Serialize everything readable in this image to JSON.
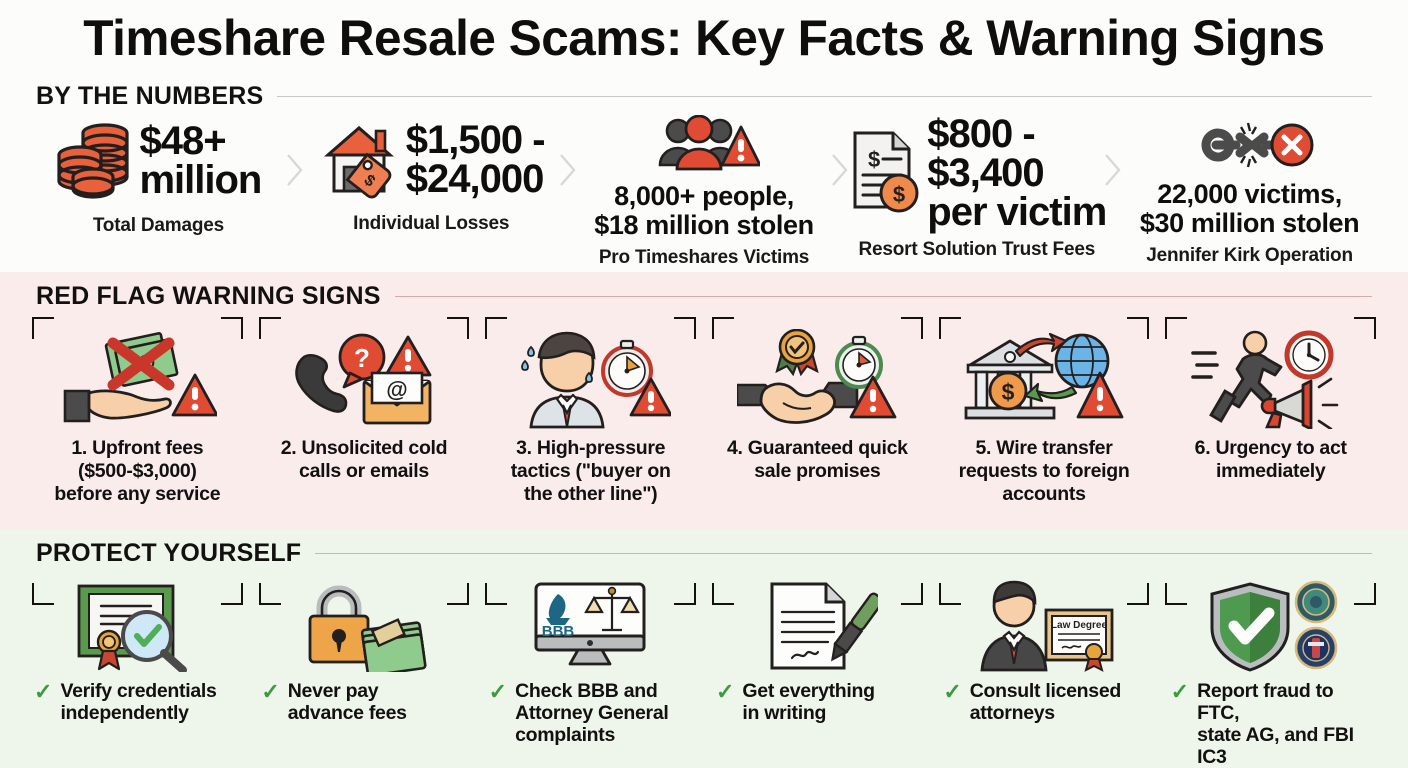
{
  "title": "Timeshare Resale Scams: Key Facts & Warning Signs",
  "sections": {
    "numbers": {
      "heading": "BY THE NUMBERS",
      "stats": [
        {
          "icon": "coin-stack-icon",
          "value": "$48+\nmillion",
          "caption": "Total Damages",
          "layout": "side"
        },
        {
          "icon": "house-price-tag-icon",
          "value": "$1,500 -\n$24,000",
          "caption": "Individual Losses",
          "layout": "side"
        },
        {
          "icon": "people-warning-icon",
          "value": "8,000+ people,\n$18 million stolen",
          "caption": "Pro Timeshares Victims",
          "layout": "stacked"
        },
        {
          "icon": "invoice-dollar-icon",
          "value": "$800 -\n$3,400\nper victim",
          "caption": "Resort Solution Trust Fees",
          "layout": "side"
        },
        {
          "icon": "broken-chain-x-icon",
          "value": "22,000 victims,\n$30 million stolen",
          "caption": "Jennifer Kirk Operation",
          "layout": "stacked"
        }
      ]
    },
    "redflags": {
      "heading": "RED FLAG WARNING SIGNS",
      "items": [
        {
          "icon": "hand-cash-crossed-icon",
          "text": "1. Upfront fees\n($500-$3,000)\nbefore any service"
        },
        {
          "icon": "phone-email-question-icon",
          "text": "2. Unsolicited cold\ncalls or emails"
        },
        {
          "icon": "stressed-salesman-timer-icon",
          "text": "3. High-pressure\ntactics (\"buyer on\nthe other line\")"
        },
        {
          "icon": "handshake-badge-timer-icon",
          "text": "4. Guaranteed quick\nsale promises"
        },
        {
          "icon": "bank-globe-transfer-icon",
          "text": "5. Wire transfer\nrequests to foreign\naccounts"
        },
        {
          "icon": "running-man-clock-megaphone-icon",
          "text": "6. Urgency to act\nimmediately"
        }
      ]
    },
    "protect": {
      "heading": "PROTECT YOURSELF",
      "check_glyph": "✓",
      "items": [
        {
          "icon": "certificate-magnifier-icon",
          "text": "Verify credentials\nindependently"
        },
        {
          "icon": "padlock-cash-icon",
          "text": "Never pay\nadvance fees"
        },
        {
          "icon": "monitor-bbb-scales-icon",
          "text": "Check BBB and\nAttorney General\ncomplaints"
        },
        {
          "icon": "document-pen-signature-icon",
          "text": "Get everything\nin writing"
        },
        {
          "icon": "lawyer-law-degree-icon",
          "text": "Consult licensed\nattorneys"
        },
        {
          "icon": "shield-check-seals-icon",
          "text": "Report fraud to FTC,\nstate AG, and FBI IC3"
        }
      ]
    }
  },
  "colors": {
    "page_bg": "#fcfcfb",
    "redflag_bg": "#f9eceb",
    "protect_bg": "#eef5ea",
    "accent_red": "#e04b33",
    "accent_green": "#3d9a3d",
    "text": "#121010"
  },
  "labels": {
    "bbb": "BBB",
    "law_degree": "Law Degree",
    "at_symbol": "@",
    "question_mark": "?",
    "exclamation": "!",
    "dollar": "$"
  }
}
